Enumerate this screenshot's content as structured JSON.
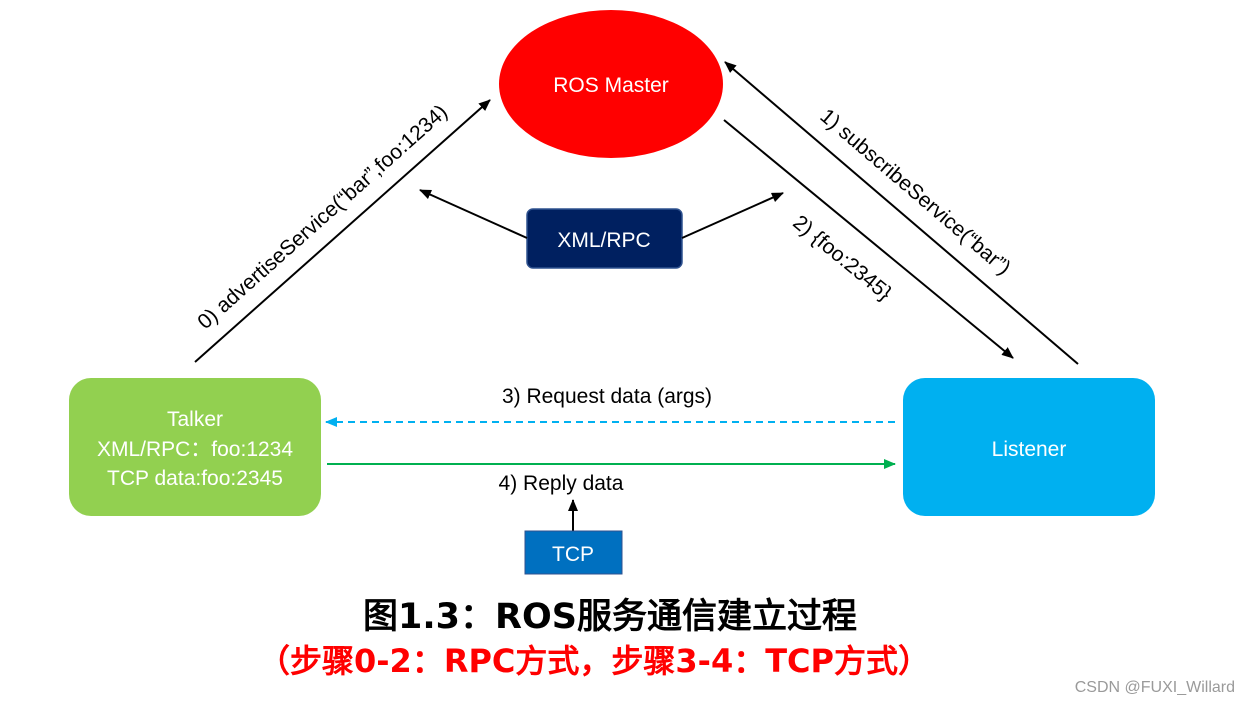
{
  "nodes": {
    "ros_master": {
      "label": "ROS Master"
    },
    "xml_rpc": {
      "label": "XML/RPC"
    },
    "talker": {
      "lines": [
        "Talker",
        "XML/RPC：foo:1234",
        "TCP data:foo:2345"
      ]
    },
    "listener": {
      "label": "Listener"
    },
    "tcp": {
      "label": "TCP"
    }
  },
  "edges": {
    "advertise": "0) advertiseService(“bar”,foo:1234)",
    "subscribe": "1) subscribeService(“bar”)",
    "reply_rpc": "2) {foo:2345}",
    "request": "3) Request data (args)",
    "reply_tcp": "4) Reply data"
  },
  "caption": {
    "title": "图1.3：ROS服务通信建立过程",
    "subtitle": "（步骤0-2：RPC方式，步骤3-4：TCP方式）"
  },
  "watermark": "CSDN @FUXI_Willard",
  "colors": {
    "master": "#ff0000",
    "xml_rpc": "#002060",
    "talker": "#92d050",
    "listener": "#00b0f0",
    "tcp": "#0070c0",
    "request_line": "#00b0f0",
    "reply_line": "#00b050",
    "arrow": "#000000"
  }
}
